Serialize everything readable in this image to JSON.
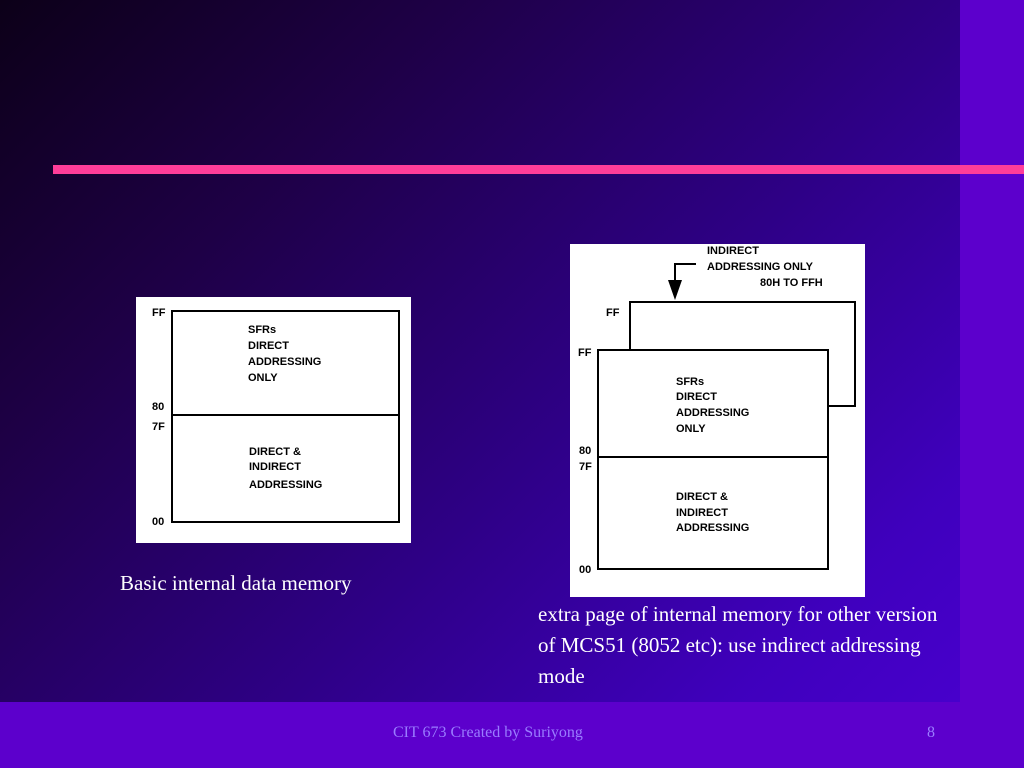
{
  "diagram_basic": {
    "addr_ff": "FF",
    "addr_80": "80",
    "addr_7f": "7F",
    "addr_00": "00",
    "upper_lines": [
      "SFRs",
      "DIRECT",
      "ADDRESSING",
      "ONLY"
    ],
    "lower_lines": [
      "DIRECT &",
      "INDIRECT",
      "ADDRESSING"
    ]
  },
  "diagram_extended": {
    "note_lines": [
      "INDIRECT",
      "ADDRESSING ONLY",
      "80H TO FFH"
    ],
    "back_addr_ff": "FF",
    "addr_ff": "FF",
    "addr_80": "80",
    "addr_7f": "7F",
    "addr_00": "00",
    "upper_lines": [
      "SFRs",
      "DIRECT",
      "ADDRESSING",
      "ONLY"
    ],
    "lower_lines": [
      "DIRECT &",
      "INDIRECT",
      "ADDRESSING"
    ]
  },
  "captions": {
    "basic": "Basic internal data memory",
    "extended": "extra page of internal memory for other version of MCS51 (8052 etc): use indirect addressing mode"
  },
  "footer": {
    "credit": "CIT 673 Created by Suriyong",
    "page_number": "8"
  }
}
